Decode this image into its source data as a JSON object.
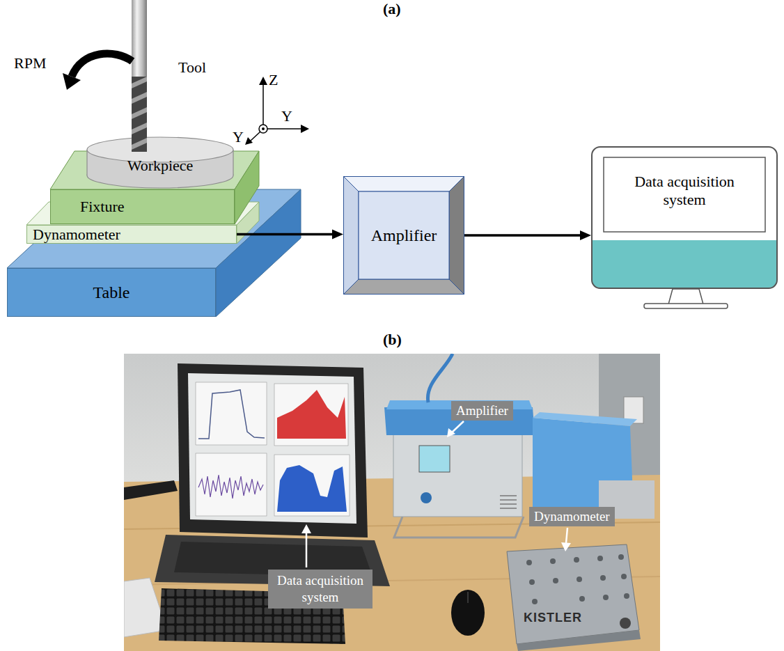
{
  "diagram": {
    "nodes": [
      {
        "text": [
          "Workpiece"
        ]
      },
      {
        "text": [
          "Fixture"
        ]
      },
      {
        "text": [
          "Dynamometer"
        ]
      },
      {
        "text": [
          "Table"
        ]
      },
      {
        "text": [
          "Amplifier"
        ]
      },
      {
        "text": [
          "Data acquisition system"
        ]
      },
      {
        "text": [
          "Amplifier"
        ]
      },
      {
        "text": [
          "Dynamometer"
        ]
      },
      {
        "text": [
          "Data acquisition system"
        ]
      }
    ],
    "edges": [
      {
        "from": 2,
        "to": 4,
        "arrow": "to"
      },
      {
        "from": 4,
        "to": 5,
        "arrow": "to"
      }
    ],
    "labels": [
      "(a)",
      "RPM",
      "Tool",
      "Z",
      "Y",
      "Y",
      "(b)",
      "KISTLER"
    ]
  }
}
